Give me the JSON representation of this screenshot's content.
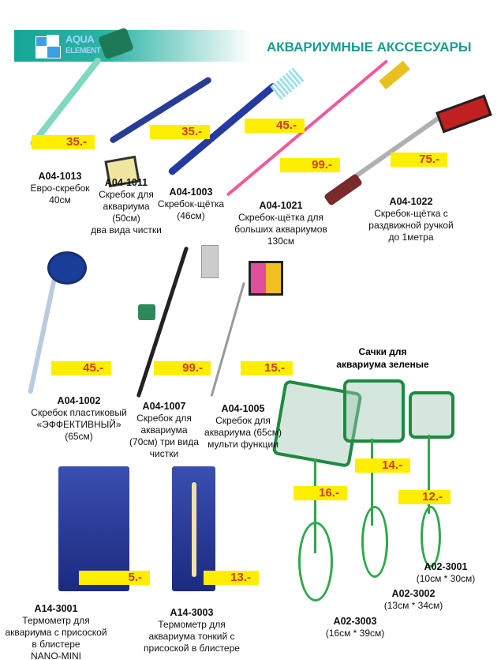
{
  "header": {
    "logo_line1": "AQUA",
    "logo_line2": "ELEMENT",
    "title": "АКВАРИУМНЫЕ АКССЕСУАРЫ"
  },
  "colors": {
    "accent": "#1a9c8c",
    "price_bg": "#ffee00",
    "price_text": "#d23a1c"
  },
  "products": [
    {
      "code": "A04-1013",
      "desc": [
        "Евро-скребок",
        "40см"
      ],
      "price": "35.-"
    },
    {
      "code": "A04-1011",
      "desc": [
        "Скребок для",
        "аквариума",
        "(50см)",
        "два вида чистки"
      ],
      "price": "35.-"
    },
    {
      "code": "A04-1003",
      "desc": [
        "Скребок-щётка",
        "(46см)"
      ],
      "price": "45.-"
    },
    {
      "code": "A04-1021",
      "desc": [
        "Скребок-щётка для",
        "больших аквариумов",
        "130см"
      ],
      "price": "99.-"
    },
    {
      "code": "A04-1022",
      "desc": [
        "Скребок-щётка с",
        "раздвижной ручкой",
        "до 1метра"
      ],
      "price": "75.-"
    },
    {
      "code": "A04-1002",
      "desc": [
        "Скребок пластиковый",
        "«ЭФФЕКТИВНЫЙ»",
        "(65см)"
      ],
      "price": "45.-"
    },
    {
      "code": "A04-1007",
      "desc": [
        "Скребок для",
        "аквариума",
        "(70см) три вида",
        "чистки"
      ],
      "price": "99.-"
    },
    {
      "code": "A04-1005",
      "desc": [
        "Скребок для",
        "аквариума (65см)",
        "мульти функции"
      ],
      "price": "15.-"
    },
    {
      "code": "A14-3001",
      "desc": [
        "Термометр для",
        "аквариума с присоской",
        "в блистере",
        "NANO-MINI"
      ],
      "price": "5.-"
    },
    {
      "code": "A14-3003",
      "desc": [
        "Термометр для",
        "аквариума тонкий с",
        "присоской в блистере"
      ],
      "price": "13.-"
    },
    {
      "code": "A02-3003",
      "desc": [
        "(16см * 39см)"
      ],
      "price": "16.-"
    },
    {
      "code": "A02-3002",
      "desc": [
        "(13см * 34см)"
      ],
      "price": "14.-"
    },
    {
      "code": "A02-3001",
      "desc": [
        "(10см * 30см)"
      ],
      "price": "12.-"
    }
  ],
  "nets_heading": [
    "Сачки для",
    "аквариума зеленые"
  ]
}
